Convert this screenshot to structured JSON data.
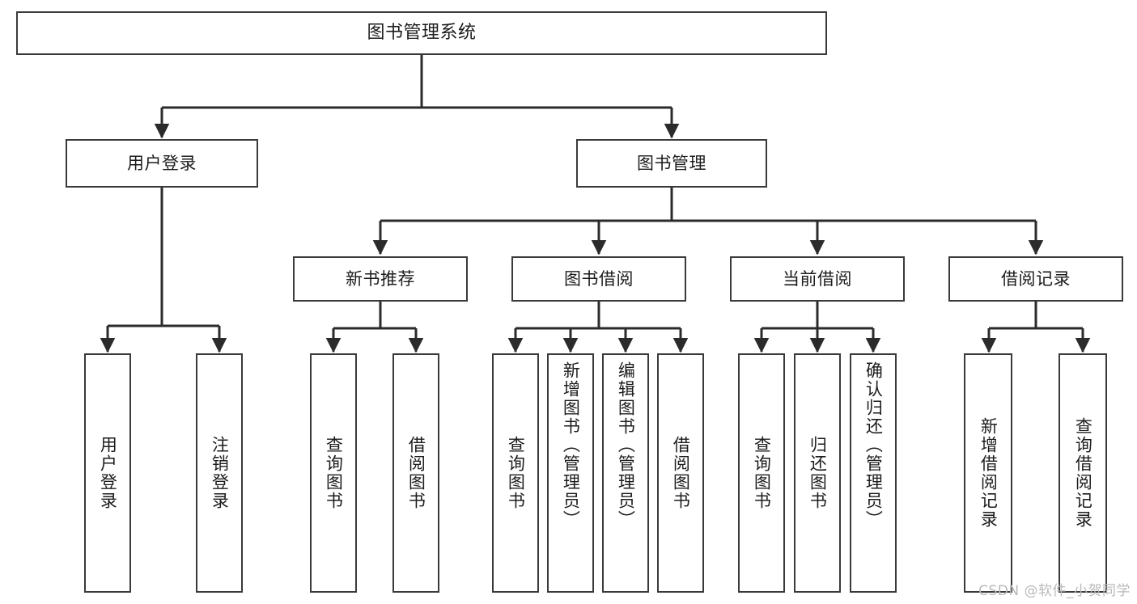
{
  "diagram": {
    "title": "图书管理系统",
    "type": "tree",
    "watermark": "CSDN @软件_小贺同学",
    "colors": {
      "background": "#ffffff",
      "box_border": "#3a3a3a",
      "box_fill": "#ffffff",
      "edge": "#2b2b2b",
      "text": "#1c1c1c",
      "watermark": "#b9b9b9"
    },
    "root": {
      "label": "图书管理系统"
    },
    "level1": [
      {
        "label": "用户登录"
      },
      {
        "label": "图书管理"
      }
    ],
    "level2": [
      {
        "label": "新书推荐"
      },
      {
        "label": "图书借阅"
      },
      {
        "label": "当前借阅"
      },
      {
        "label": "借阅记录"
      }
    ],
    "leaves": {
      "user_login": [
        {
          "label": "用户登录"
        },
        {
          "label": "注销登录"
        }
      ],
      "new_book": [
        {
          "label": "查询图书"
        },
        {
          "label": "借阅图书"
        }
      ],
      "book_borrow": [
        {
          "label": "查询图书"
        },
        {
          "label": "新增图书（管理员）"
        },
        {
          "label": "编辑图书（管理员）"
        },
        {
          "label": "借阅图书"
        }
      ],
      "current_borrow": [
        {
          "label": "查询图书"
        },
        {
          "label": "归还图书"
        },
        {
          "label": "确认归还（管理员）"
        }
      ],
      "borrow_record": [
        {
          "label": "新增借阅记录"
        },
        {
          "label": "查询借阅记录"
        }
      ]
    }
  }
}
